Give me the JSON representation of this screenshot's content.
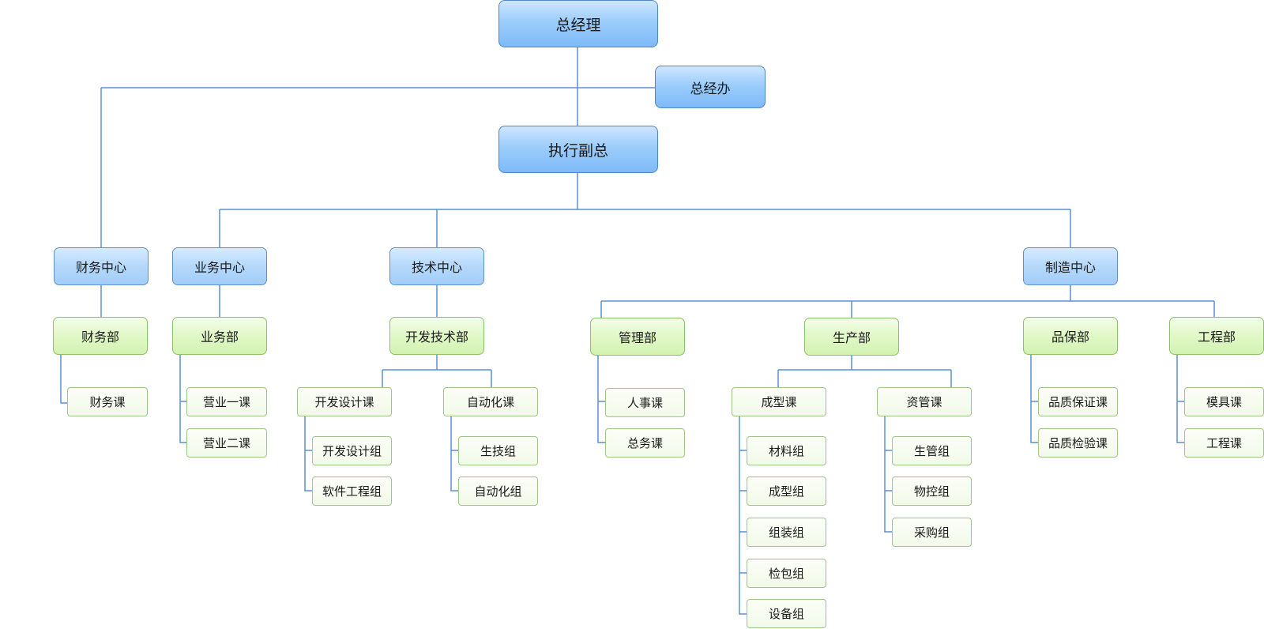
{
  "chart": {
    "root": "总经理",
    "office": "总经办",
    "exec": "执行副总",
    "centers": {
      "finance": "财务中心",
      "business": "业务中心",
      "tech": "技术中心",
      "manufacturing": "制造中心"
    },
    "departments": {
      "finance": "财务部",
      "business": "业务部",
      "devtech": "开发技术部",
      "management": "管理部",
      "production": "生产部",
      "quality": "品保部",
      "engineering": "工程部"
    },
    "sections": {
      "finance_course": "财务课",
      "sales1": "营业一课",
      "sales2": "营业二课",
      "devdesign": "开发设计课",
      "automation": "自动化课",
      "hr": "人事课",
      "general_affairs": "总务课",
      "molding": "成型课",
      "asset_mgmt": "资管课",
      "qa_course": "品质保证课",
      "qc_course": "品质检验课",
      "mold_course": "模具课",
      "eng_course": "工程课"
    },
    "groups": {
      "devdesign_group": "开发设计组",
      "software_group": "软件工程组",
      "prodtech_group": "生技组",
      "automation_group": "自动化组",
      "material_group": "材料组",
      "molding_group": "成型组",
      "assembly_group": "组装组",
      "inspection_group": "检包组",
      "equipment_group": "设备组",
      "prodmgmt_group": "生管组",
      "material_control_group": "物控组",
      "purchasing_group": "采购组"
    }
  },
  "colors": {
    "connector": "#5b8fd6"
  }
}
